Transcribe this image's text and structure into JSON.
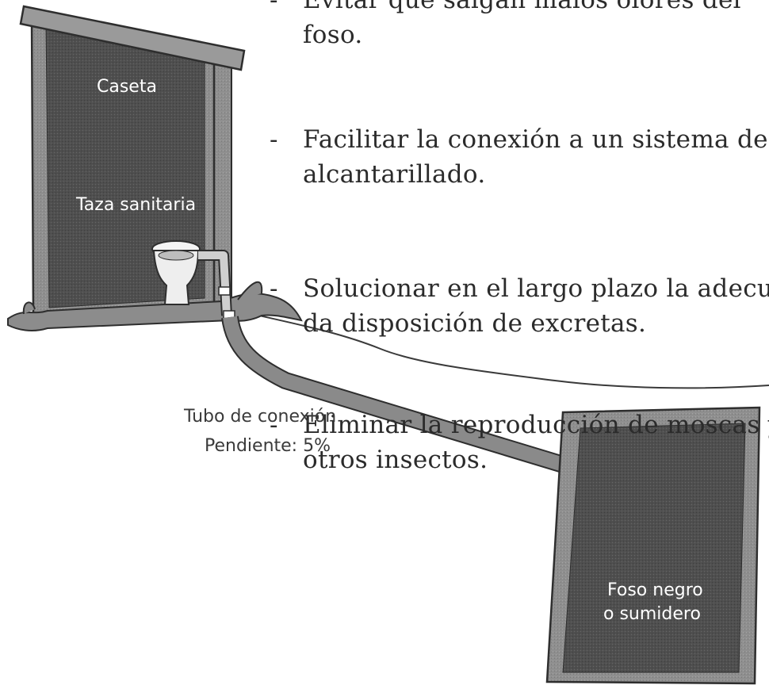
{
  "bullets": [
    {
      "dash": "-",
      "lines": [
        "Evitar que salgan malos olores del",
        "foso."
      ]
    },
    {
      "dash": "-",
      "lines": [
        "Facilitar la conexión a un sistema de",
        "alcantarillado."
      ]
    },
    {
      "dash": "-",
      "lines": [
        "Solucionar en el largo plazo la adecua-",
        "da disposición de excretas."
      ]
    },
    {
      "dash": "-",
      "lines": [
        "Eliminar la reproducción de moscas y",
        "otros insectos."
      ]
    }
  ],
  "labels": {
    "caseta": "Caseta",
    "taza": "Taza sanitaria",
    "tubo": "Tubo de conexión",
    "pendiente": "Pendiente: 5%",
    "foso_1": "Foso negro",
    "foso_2": "o sumidero"
  },
  "colors": {
    "dark_fill": "#555555",
    "frame": "#8a8a8a",
    "outline": "#2e2e2e",
    "pipe": "#7a7a7a"
  }
}
